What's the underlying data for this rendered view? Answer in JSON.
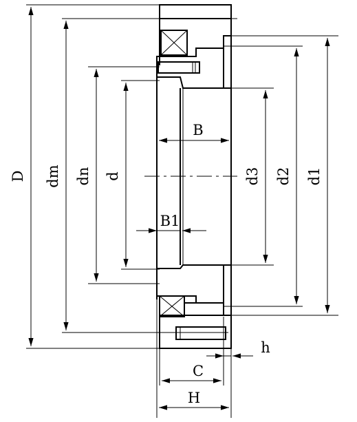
{
  "diagram": {
    "labels": {
      "D": "D",
      "dm": "dm",
      "dn": "dn",
      "d": "d",
      "d3": "d3",
      "d2": "d2",
      "d1": "d1",
      "B": "B",
      "B1": "B1",
      "h": "h",
      "C": "C",
      "H": "H"
    },
    "colors": {
      "line": "#000000",
      "background": "#ffffff"
    }
  }
}
